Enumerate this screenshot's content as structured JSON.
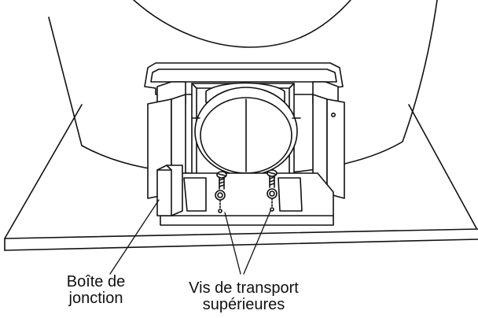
{
  "labels": {
    "junction_box": {
      "line1": "Boîte de",
      "line2": "jonction"
    },
    "transport_screws": {
      "line1": "Vis de transport",
      "line2": "supérieures"
    }
  }
}
